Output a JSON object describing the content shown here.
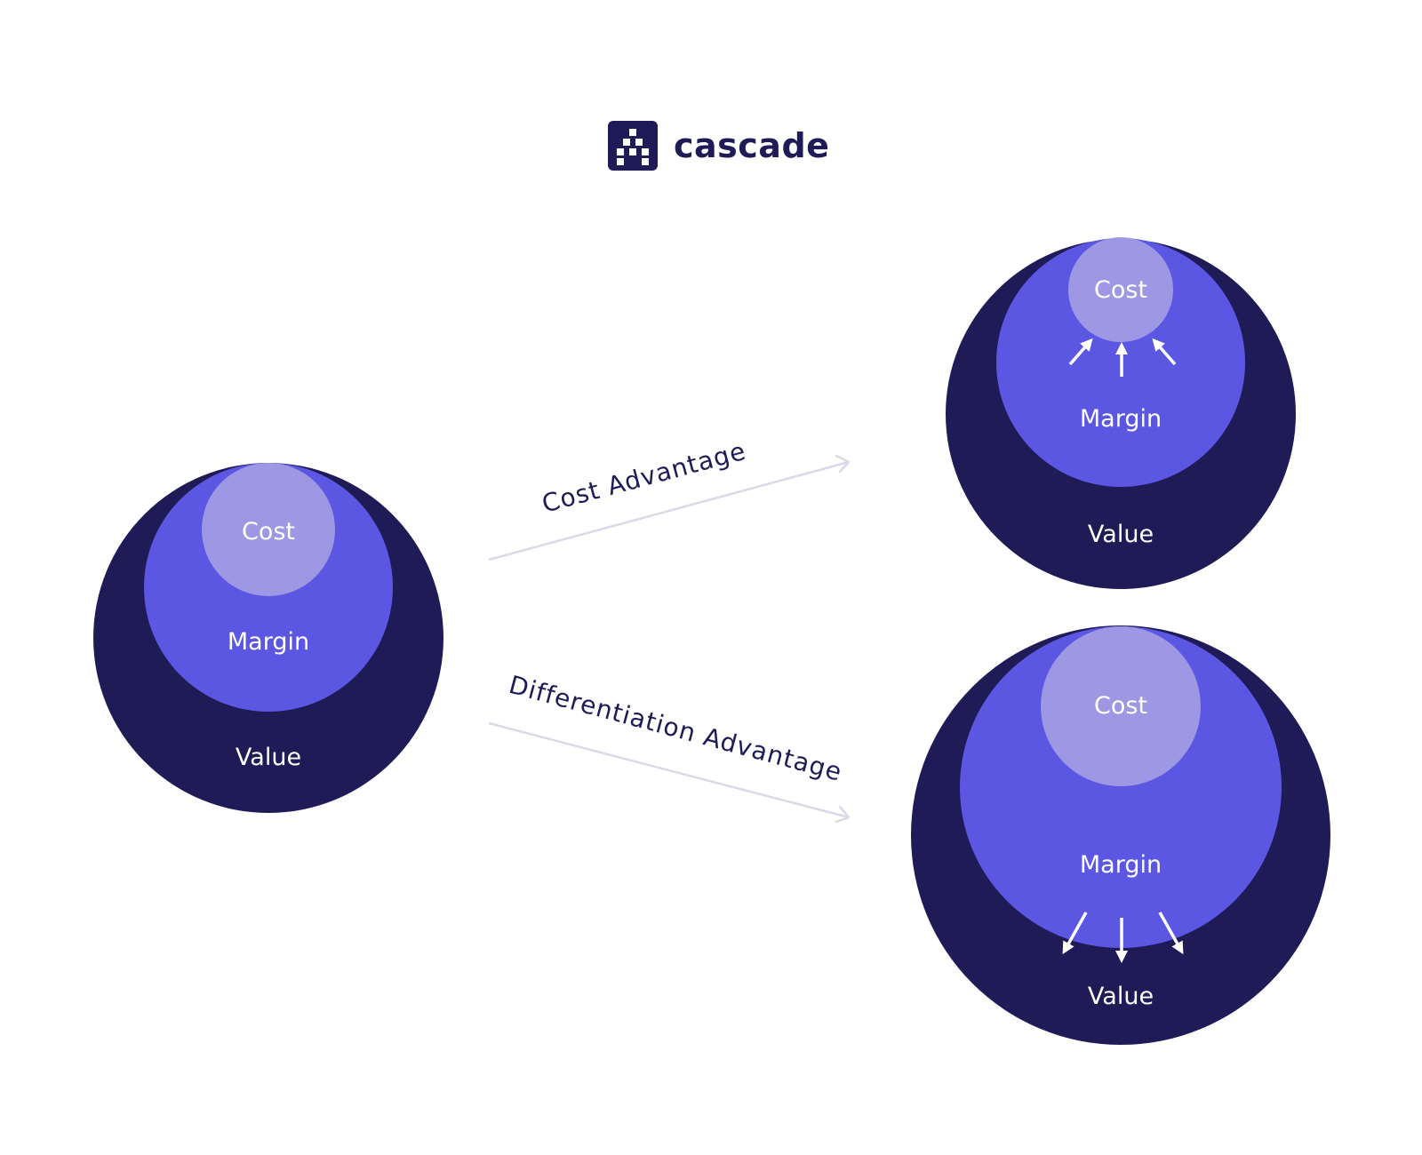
{
  "logo": {
    "text": "cascade",
    "icon": "cascade-pyramid-dots-icon"
  },
  "colors": {
    "value": "#1f1b57",
    "margin": "#5b57e3",
    "cost": "#9e98e4",
    "connector": "#dcd8e8",
    "label": "#1f1b57",
    "circle_text": "#ffffff"
  },
  "connectors": {
    "cost_advantage": "Cost Advantage",
    "differentiation_advantage": "Differentiation Advantage"
  },
  "diagrams": {
    "baseline": {
      "cost": "Cost",
      "margin": "Margin",
      "value": "Value"
    },
    "cost_advantage": {
      "cost": "Cost",
      "margin": "Margin",
      "value": "Value",
      "arrows": "up"
    },
    "differentiation_advantage": {
      "cost": "Cost",
      "margin": "Margin",
      "value": "Value",
      "arrows": "down"
    }
  }
}
